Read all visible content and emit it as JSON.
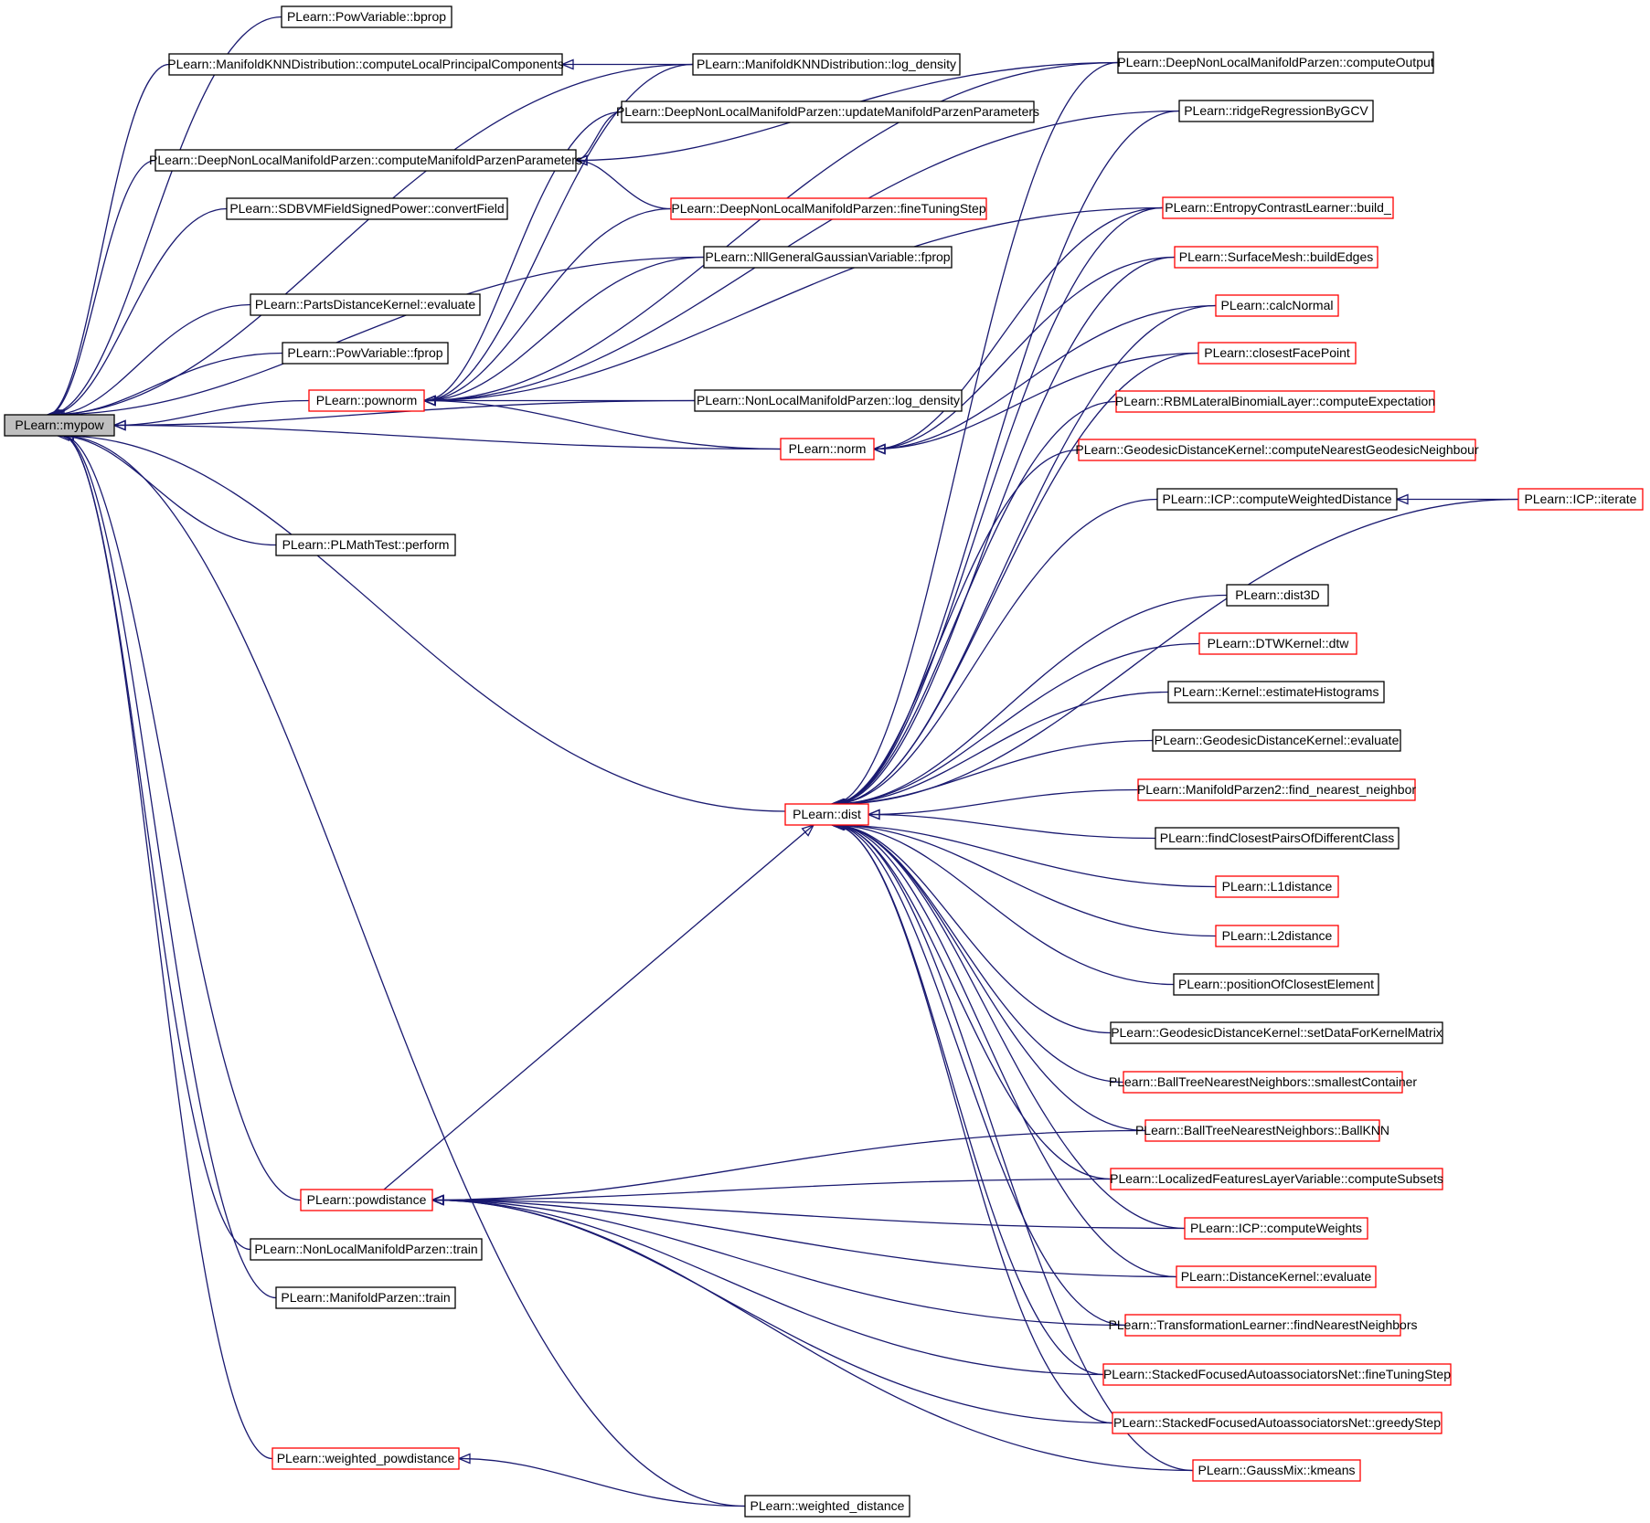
{
  "colors": {
    "edge": "#191970",
    "arrow": "#191970",
    "border_black": "#000000",
    "border_red": "#ff0000",
    "root_fill": "#bfbfbf",
    "node_fill": "#ffffff",
    "text": "#000000"
  },
  "graph": {
    "root": "mypow",
    "nodes": [
      {
        "id": "mypow",
        "label": "PLearn::mypow",
        "border": "black",
        "fill": "root"
      },
      {
        "id": "pv_bprop",
        "label": "PLearn::PowVariable::bprop",
        "border": "black"
      },
      {
        "id": "mknn_clpc",
        "label": "PLearn::ManifoldKNNDistribution::computeLocalPrincipalComponents",
        "border": "black"
      },
      {
        "id": "dnlmp_cmpp",
        "label": "PLearn::DeepNonLocalManifoldParzen::computeManifoldParzenParameters",
        "border": "black"
      },
      {
        "id": "sdbvm_cf",
        "label": "PLearn::SDBVMFieldSignedPower::convertField",
        "border": "black"
      },
      {
        "id": "pdk_eval",
        "label": "PLearn::PartsDistanceKernel::evaluate",
        "border": "black"
      },
      {
        "id": "pv_fprop",
        "label": "PLearn::PowVariable::fprop",
        "border": "black"
      },
      {
        "id": "pownorm",
        "label": "PLearn::pownorm",
        "border": "red"
      },
      {
        "id": "plmt_perform",
        "label": "PLearn::PLMathTest::perform",
        "border": "black"
      },
      {
        "id": "powdistance",
        "label": "PLearn::powdistance",
        "border": "red"
      },
      {
        "id": "nlmp_train",
        "label": "PLearn::NonLocalManifoldParzen::train",
        "border": "black"
      },
      {
        "id": "mp_train",
        "label": "PLearn::ManifoldParzen::train",
        "border": "black"
      },
      {
        "id": "wpowdist",
        "label": "PLearn::weighted_powdistance",
        "border": "red"
      },
      {
        "id": "mknn_ld",
        "label": "PLearn::ManifoldKNNDistribution::log_density",
        "border": "black"
      },
      {
        "id": "dnlmp_umpp",
        "label": "PLearn::DeepNonLocalManifoldParzen::updateManifoldParzenParameters",
        "border": "black"
      },
      {
        "id": "dnlmp_fts",
        "label": "PLearn::DeepNonLocalManifoldParzen::fineTuningStep",
        "border": "red"
      },
      {
        "id": "nllggv_fprop",
        "label": "PLearn::NllGeneralGaussianVariable::fprop",
        "border": "black"
      },
      {
        "id": "nlmp_ld",
        "label": "PLearn::NonLocalManifoldParzen::log_density",
        "border": "black"
      },
      {
        "id": "norm",
        "label": "PLearn::norm",
        "border": "red"
      },
      {
        "id": "dist",
        "label": "PLearn::dist",
        "border": "red"
      },
      {
        "id": "wdist",
        "label": "PLearn::weighted_distance",
        "border": "black"
      },
      {
        "id": "dnlmp_co",
        "label": "PLearn::DeepNonLocalManifoldParzen::computeOutput",
        "border": "black"
      },
      {
        "id": "rrgcv",
        "label": "PLearn::ridgeRegressionByGCV",
        "border": "black"
      },
      {
        "id": "ecl_build",
        "label": "PLearn::EntropyContrastLearner::build_",
        "border": "red"
      },
      {
        "id": "sm_be",
        "label": "PLearn::SurfaceMesh::buildEdges",
        "border": "red"
      },
      {
        "id": "calcnormal",
        "label": "PLearn::calcNormal",
        "border": "red"
      },
      {
        "id": "cfp",
        "label": "PLearn::closestFacePoint",
        "border": "red"
      },
      {
        "id": "rbm_ce",
        "label": "PLearn::RBMLateralBinomialLayer::computeExpectation",
        "border": "red"
      },
      {
        "id": "gdk_cngn",
        "label": "PLearn::GeodesicDistanceKernel::computeNearestGeodesicNeighbour",
        "border": "red"
      },
      {
        "id": "icp_cwd",
        "label": "PLearn::ICP::computeWeightedDistance",
        "border": "black"
      },
      {
        "id": "icp_iter",
        "label": "PLearn::ICP::iterate",
        "border": "red"
      },
      {
        "id": "dist3d",
        "label": "PLearn::dist3D",
        "border": "black"
      },
      {
        "id": "dtw",
        "label": "PLearn::DTWKernel::dtw",
        "border": "red"
      },
      {
        "id": "kern_eh",
        "label": "PLearn::Kernel::estimateHistograms",
        "border": "black"
      },
      {
        "id": "gdk_eval",
        "label": "PLearn::GeodesicDistanceKernel::evaluate",
        "border": "black"
      },
      {
        "id": "mp2_fnn",
        "label": "PLearn::ManifoldParzen2::find_nearest_neighbor",
        "border": "red"
      },
      {
        "id": "fcpodc",
        "label": "PLearn::findClosestPairsOfDifferentClass",
        "border": "black"
      },
      {
        "id": "l1dist",
        "label": "PLearn::L1distance",
        "border": "red"
      },
      {
        "id": "l2dist",
        "label": "PLearn::L2distance",
        "border": "red"
      },
      {
        "id": "poce",
        "label": "PLearn::positionOfClosestElement",
        "border": "black"
      },
      {
        "id": "gdk_sdfkm",
        "label": "PLearn::GeodesicDistanceKernel::setDataForKernelMatrix",
        "border": "black"
      },
      {
        "id": "btnn_sc",
        "label": "PLearn::BallTreeNearestNeighbors::smallestContainer",
        "border": "red"
      },
      {
        "id": "btnn_bknn",
        "label": "PLearn::BallTreeNearestNeighbors::BallKNN",
        "border": "red"
      },
      {
        "id": "lflv_cs",
        "label": "PLearn::LocalizedFeaturesLayerVariable::computeSubsets",
        "border": "red"
      },
      {
        "id": "icp_cw",
        "label": "PLearn::ICP::computeWeights",
        "border": "red"
      },
      {
        "id": "dk_eval",
        "label": "PLearn::DistanceKernel::evaluate",
        "border": "red"
      },
      {
        "id": "tl_fnn",
        "label": "PLearn::TransformationLearner::findNearestNeighbors",
        "border": "red"
      },
      {
        "id": "sfan_fts",
        "label": "PLearn::StackedFocusedAutoassociatorsNet::fineTuningStep",
        "border": "red"
      },
      {
        "id": "sfan_gs",
        "label": "PLearn::StackedFocusedAutoassociatorsNet::greedyStep",
        "border": "red"
      },
      {
        "id": "gm_kmeans",
        "label": "PLearn::GaussMix::kmeans",
        "border": "red"
      }
    ],
    "edges": [
      [
        "pv_bprop",
        "mypow"
      ],
      [
        "mknn_clpc",
        "mypow"
      ],
      [
        "mknn_ld",
        "mypow"
      ],
      [
        "dnlmp_cmpp",
        "mypow"
      ],
      [
        "sdbvm_cf",
        "mypow"
      ],
      [
        "nllggv_fprop",
        "mypow"
      ],
      [
        "pdk_eval",
        "mypow"
      ],
      [
        "pv_fprop",
        "mypow"
      ],
      [
        "pownorm",
        "mypow"
      ],
      [
        "nlmp_ld",
        "mypow"
      ],
      [
        "norm",
        "mypow"
      ],
      [
        "plmt_perform",
        "mypow"
      ],
      [
        "dist",
        "mypow"
      ],
      [
        "powdistance",
        "mypow"
      ],
      [
        "nlmp_train",
        "mypow"
      ],
      [
        "mp_train",
        "mypow"
      ],
      [
        "wdist",
        "mypow"
      ],
      [
        "wpowdist",
        "mypow"
      ],
      [
        "mknn_ld",
        "mknn_clpc"
      ],
      [
        "dnlmp_co",
        "dnlmp_cmpp"
      ],
      [
        "dnlmp_umpp",
        "dnlmp_cmpp"
      ],
      [
        "dnlmp_fts",
        "dnlmp_cmpp"
      ],
      [
        "mknn_ld",
        "pownorm"
      ],
      [
        "dnlmp_fts",
        "pownorm"
      ],
      [
        "nllggv_fprop",
        "pownorm"
      ],
      [
        "ecl_build",
        "pownorm"
      ],
      [
        "nlmp_ld",
        "pownorm"
      ],
      [
        "norm",
        "pownorm"
      ],
      [
        "dnlmp_co",
        "pownorm"
      ],
      [
        "dnlmp_umpp",
        "pownorm"
      ],
      [
        "rrgcv",
        "pownorm"
      ],
      [
        "ecl_build",
        "norm"
      ],
      [
        "sm_be",
        "norm"
      ],
      [
        "calcnormal",
        "norm"
      ],
      [
        "cfp",
        "norm"
      ],
      [
        "powdistance",
        "dist"
      ],
      [
        "dnlmp_co",
        "dist"
      ],
      [
        "rrgcv",
        "dist"
      ],
      [
        "ecl_build",
        "dist"
      ],
      [
        "sm_be",
        "dist"
      ],
      [
        "calcnormal",
        "dist"
      ],
      [
        "cfp",
        "dist"
      ],
      [
        "rbm_ce",
        "dist"
      ],
      [
        "gdk_cngn",
        "dist"
      ],
      [
        "icp_cwd",
        "dist"
      ],
      [
        "icp_iter",
        "dist"
      ],
      [
        "dist3d",
        "dist"
      ],
      [
        "dtw",
        "dist"
      ],
      [
        "kern_eh",
        "dist"
      ],
      [
        "gdk_eval",
        "dist"
      ],
      [
        "mp2_fnn",
        "dist"
      ],
      [
        "fcpodc",
        "dist"
      ],
      [
        "l1dist",
        "dist"
      ],
      [
        "l2dist",
        "dist"
      ],
      [
        "poce",
        "dist"
      ],
      [
        "gdk_sdfkm",
        "dist"
      ],
      [
        "btnn_sc",
        "dist"
      ],
      [
        "btnn_bknn",
        "dist"
      ],
      [
        "lflv_cs",
        "dist"
      ],
      [
        "icp_cw",
        "dist"
      ],
      [
        "dk_eval",
        "dist"
      ],
      [
        "tl_fnn",
        "dist"
      ],
      [
        "sfan_fts",
        "dist"
      ],
      [
        "sfan_gs",
        "dist"
      ],
      [
        "gm_kmeans",
        "dist"
      ],
      [
        "btnn_bknn",
        "powdistance"
      ],
      [
        "lflv_cs",
        "powdistance"
      ],
      [
        "icp_cw",
        "powdistance"
      ],
      [
        "dk_eval",
        "powdistance"
      ],
      [
        "tl_fnn",
        "powdistance"
      ],
      [
        "sfan_fts",
        "powdistance"
      ],
      [
        "sfan_gs",
        "powdistance"
      ],
      [
        "gm_kmeans",
        "powdistance"
      ],
      [
        "icp_iter",
        "icp_cwd"
      ],
      [
        "wdist",
        "wpowdist"
      ]
    ]
  }
}
